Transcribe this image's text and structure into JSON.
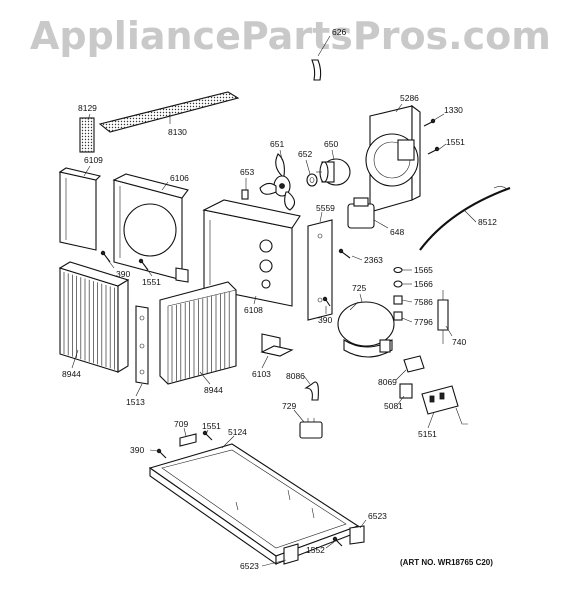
{
  "watermark": "AppliancePartsPros.com",
  "art_number": "(ART NO. WR18765 C20)",
  "parts": [
    {
      "id": "8129",
      "label": "8129"
    },
    {
      "id": "8130",
      "label": "8130"
    },
    {
      "id": "6109",
      "label": "6109"
    },
    {
      "id": "6106",
      "label": "6106"
    },
    {
      "id": "390a",
      "label": "390"
    },
    {
      "id": "1551a",
      "label": "1551"
    },
    {
      "id": "8944a",
      "label": "8944"
    },
    {
      "id": "8944b",
      "label": "8944"
    },
    {
      "id": "1513",
      "label": "1513"
    },
    {
      "id": "6103",
      "label": "6103"
    },
    {
      "id": "6108",
      "label": "6108"
    },
    {
      "id": "653",
      "label": "653"
    },
    {
      "id": "651",
      "label": "651"
    },
    {
      "id": "652",
      "label": "652"
    },
    {
      "id": "650",
      "label": "650"
    },
    {
      "id": "626",
      "label": "626"
    },
    {
      "id": "5286",
      "label": "5286"
    },
    {
      "id": "1330",
      "label": "1330"
    },
    {
      "id": "1551b",
      "label": "1551"
    },
    {
      "id": "5559",
      "label": "5559"
    },
    {
      "id": "648",
      "label": "648"
    },
    {
      "id": "8512",
      "label": "8512"
    },
    {
      "id": "2363",
      "label": "2363"
    },
    {
      "id": "390b",
      "label": "390"
    },
    {
      "id": "725",
      "label": "725"
    },
    {
      "id": "1565",
      "label": "1565"
    },
    {
      "id": "1566",
      "label": "1566"
    },
    {
      "id": "7586",
      "label": "7586"
    },
    {
      "id": "7796",
      "label": "7796"
    },
    {
      "id": "740",
      "label": "740"
    },
    {
      "id": "8069",
      "label": "8069"
    },
    {
      "id": "5081",
      "label": "5081"
    },
    {
      "id": "5151",
      "label": "5151"
    },
    {
      "id": "8086",
      "label": "8086"
    },
    {
      "id": "729",
      "label": "729"
    },
    {
      "id": "709",
      "label": "709"
    },
    {
      "id": "1551c",
      "label": "1551"
    },
    {
      "id": "5124",
      "label": "5124"
    },
    {
      "id": "390c",
      "label": "390"
    },
    {
      "id": "6523a",
      "label": "6523"
    },
    {
      "id": "6523b",
      "label": "6523"
    },
    {
      "id": "1552",
      "label": "1552"
    }
  ]
}
